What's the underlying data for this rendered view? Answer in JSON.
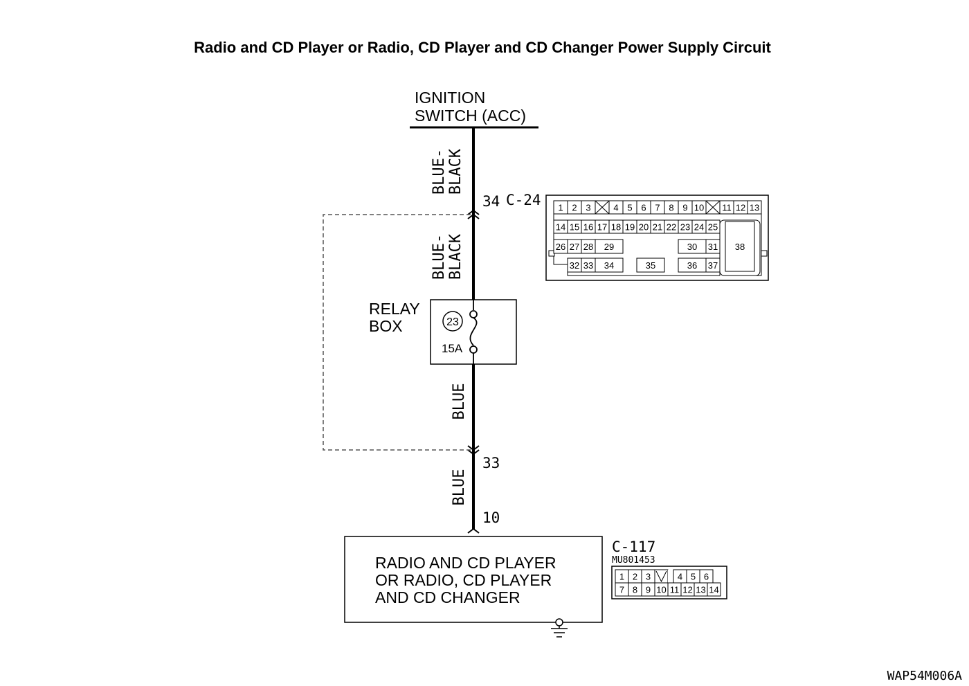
{
  "title": "Radio and CD Player or Radio, CD Player and CD Changer Power Supply Circuit",
  "source": {
    "line1": "IGNITION",
    "line2": "SWITCH (ACC)"
  },
  "wires": {
    "upper": {
      "line1": "BLUE-",
      "line2": "BLACK"
    },
    "middle": {
      "line1": "BLUE-",
      "line2": "BLACK"
    },
    "lower": "BLUE",
    "bottom": "BLUE"
  },
  "pins": {
    "p34": "34",
    "p33": "33",
    "p10": "10"
  },
  "connector_c24": {
    "label": "C-24",
    "row1": [
      "1",
      "2",
      "3",
      "4",
      "5",
      "6",
      "7",
      "8",
      "9",
      "10",
      "11",
      "12",
      "13"
    ],
    "row2": [
      "14",
      "15",
      "16",
      "17",
      "18",
      "19",
      "20",
      "21",
      "22",
      "23",
      "24",
      "25"
    ],
    "row3": [
      "26",
      "27",
      "28",
      "29",
      "30",
      "31"
    ],
    "row4": [
      "32",
      "33",
      "34",
      "35",
      "36",
      "37"
    ],
    "big": "38"
  },
  "relay_box": {
    "line1": "RELAY",
    "line2": "BOX",
    "fuse_number": "23",
    "fuse_rating": "15A"
  },
  "component": {
    "line1": "RADIO AND CD PLAYER",
    "line2": "OR RADIO, CD PLAYER",
    "line3": "AND CD CHANGER"
  },
  "connector_c117": {
    "label": "C-117",
    "part_number": "MU801453",
    "row1": [
      "1",
      "2",
      "3",
      "4",
      "5",
      "6"
    ],
    "row2": [
      "7",
      "8",
      "9",
      "10",
      "11",
      "12",
      "13",
      "14"
    ]
  },
  "figure_code": "WAP54M006A"
}
